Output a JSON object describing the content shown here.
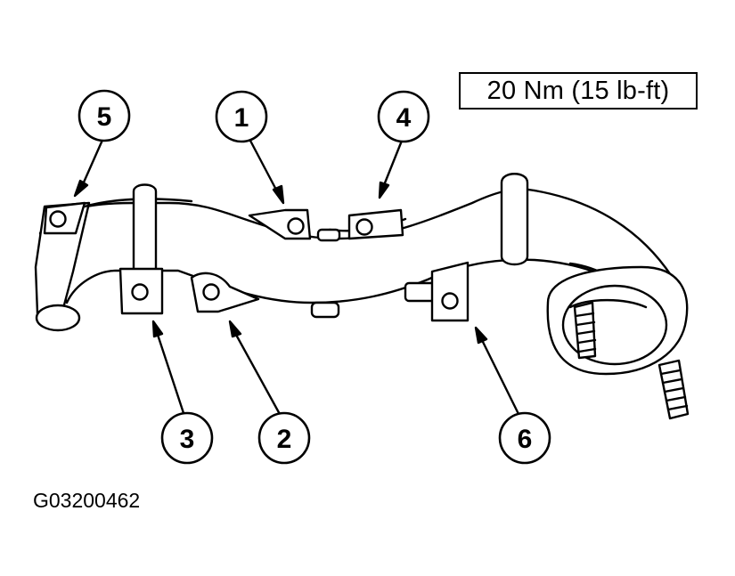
{
  "torque_spec": "20 Nm (15 lb-ft)",
  "figure_id": "G03200462",
  "callouts": [
    {
      "label": "1"
    },
    {
      "label": "2"
    },
    {
      "label": "3"
    },
    {
      "label": "4"
    },
    {
      "label": "5"
    },
    {
      "label": "6"
    }
  ]
}
